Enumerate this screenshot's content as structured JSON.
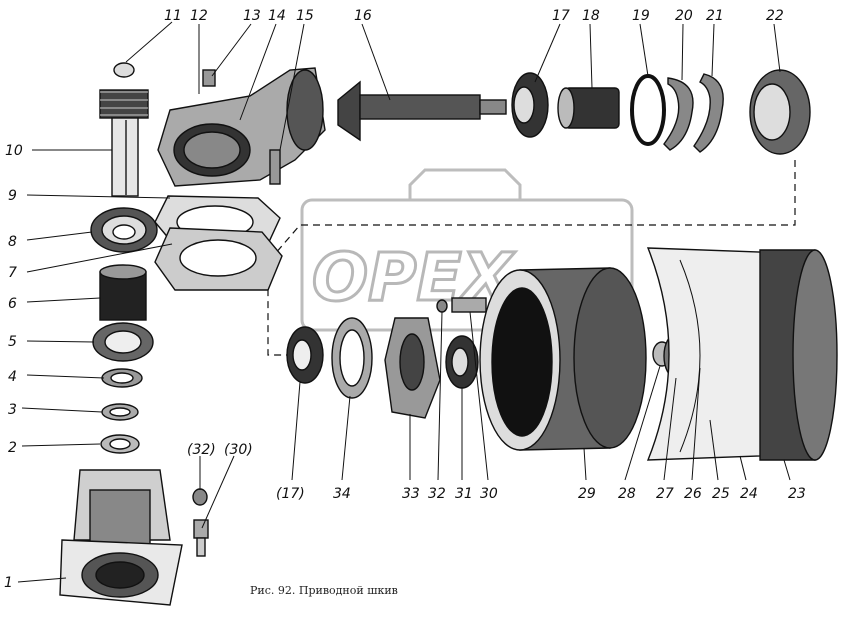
{
  "caption": "Рис. 92. Приводной шкив",
  "watermark": "OPEX",
  "callouts": [
    {
      "id": "c1",
      "text": "1"
    },
    {
      "id": "c2",
      "text": "2"
    },
    {
      "id": "c3",
      "text": "3"
    },
    {
      "id": "c4",
      "text": "4"
    },
    {
      "id": "c5",
      "text": "5"
    },
    {
      "id": "c6",
      "text": "6"
    },
    {
      "id": "c7",
      "text": "7"
    },
    {
      "id": "c8",
      "text": "8"
    },
    {
      "id": "c9",
      "text": "9"
    },
    {
      "id": "c10",
      "text": "10"
    },
    {
      "id": "c11",
      "text": "11"
    },
    {
      "id": "c12",
      "text": "12"
    },
    {
      "id": "c13",
      "text": "13"
    },
    {
      "id": "c14",
      "text": "14"
    },
    {
      "id": "c15",
      "text": "15"
    },
    {
      "id": "c16",
      "text": "16"
    },
    {
      "id": "c17",
      "text": "17"
    },
    {
      "id": "c18",
      "text": "18"
    },
    {
      "id": "c19",
      "text": "19"
    },
    {
      "id": "c20",
      "text": "20"
    },
    {
      "id": "c21",
      "text": "21"
    },
    {
      "id": "c22",
      "text": "22"
    },
    {
      "id": "c23",
      "text": "23"
    },
    {
      "id": "c24",
      "text": "24"
    },
    {
      "id": "c25",
      "text": "25"
    },
    {
      "id": "c26",
      "text": "26"
    },
    {
      "id": "c27",
      "text": "27"
    },
    {
      "id": "c28",
      "text": "28"
    },
    {
      "id": "c29",
      "text": "29"
    },
    {
      "id": "c30",
      "text": "30"
    },
    {
      "id": "c31",
      "text": "31"
    },
    {
      "id": "c32",
      "text": "32"
    },
    {
      "id": "c33",
      "text": "33"
    },
    {
      "id": "c34",
      "text": "34"
    },
    {
      "id": "c17b",
      "text": "(17)"
    },
    {
      "id": "c32b",
      "text": "(32)"
    },
    {
      "id": "c30b",
      "text": "(30)"
    }
  ]
}
